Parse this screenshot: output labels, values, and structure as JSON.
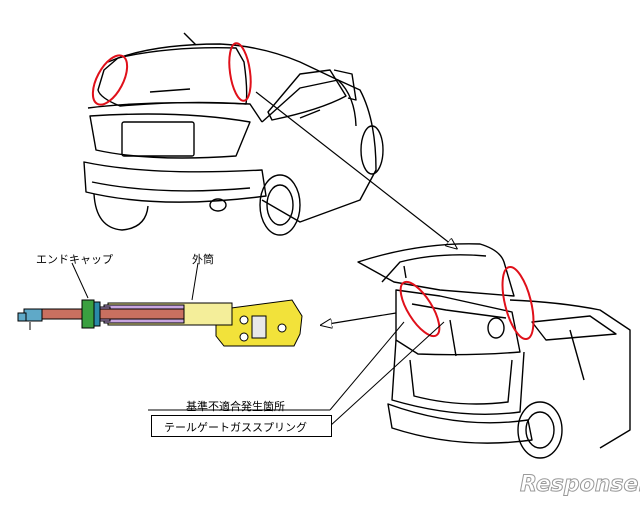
{
  "labels": {
    "end_cap": "エンドキャップ",
    "outer_tube": "外筒",
    "defect_location": "基準不適合発生箇所",
    "part_name": "テールゲートガススプリング"
  },
  "watermark": "Response.",
  "colors": {
    "highlight_circle": "#e0101a",
    "outer_tube_fill": "#f4ee9a",
    "bracket_fill": "#f2e23a",
    "rod_fill": "#c97060",
    "rod_end_fill": "#5fa9c8",
    "end_cap_fill": "#3aa040",
    "inner_tube_fill": "#c9a6e0",
    "line": "#000000"
  }
}
